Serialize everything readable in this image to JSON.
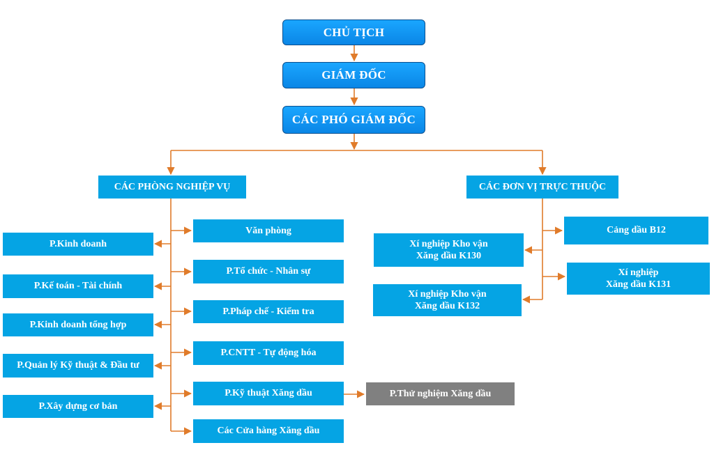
{
  "top": {
    "chairman": "CHỦ TỊCH",
    "director": "GIÁM ĐỐC",
    "deputies": "CÁC PHÓ GIÁM ĐỐC"
  },
  "groups": {
    "departments": "CÁC PHÒNG NGHIỆP VỤ",
    "units": "CÁC ĐƠN VỊ TRỰC THUỘC"
  },
  "left_column": [
    "P.Kinh doanh",
    "P.Kế toán - Tài chính",
    "P.Kinh doanh tổng hợp",
    "P.Quản lý Kỹ thuật & Đầu tư",
    "P.Xây dựng cơ bản"
  ],
  "middle_column": [
    "Văn phòng",
    "P.Tổ chức - Nhân sự",
    "P.Pháp chế - Kiểm tra",
    "P.CNTT - Tự động hóa",
    "P.Kỹ thuật Xăng dầu",
    "Các Cửa hàng Xăng dầu"
  ],
  "testing": "P.Thử nghiệm Xăng dầu",
  "units_left": [
    "Xí nghiệp Kho vận\nXăng dầu K130",
    "Xí nghiệp Kho vận\nXăng dầu K132"
  ],
  "units_right": [
    "Cảng dầu B12",
    "Xí nghiệp\nXăng dầu K131"
  ],
  "colors": {
    "box": "#05a4e4",
    "top_box": "#0a86e6",
    "gray_box": "#808080",
    "connector": "#e07b2a"
  }
}
